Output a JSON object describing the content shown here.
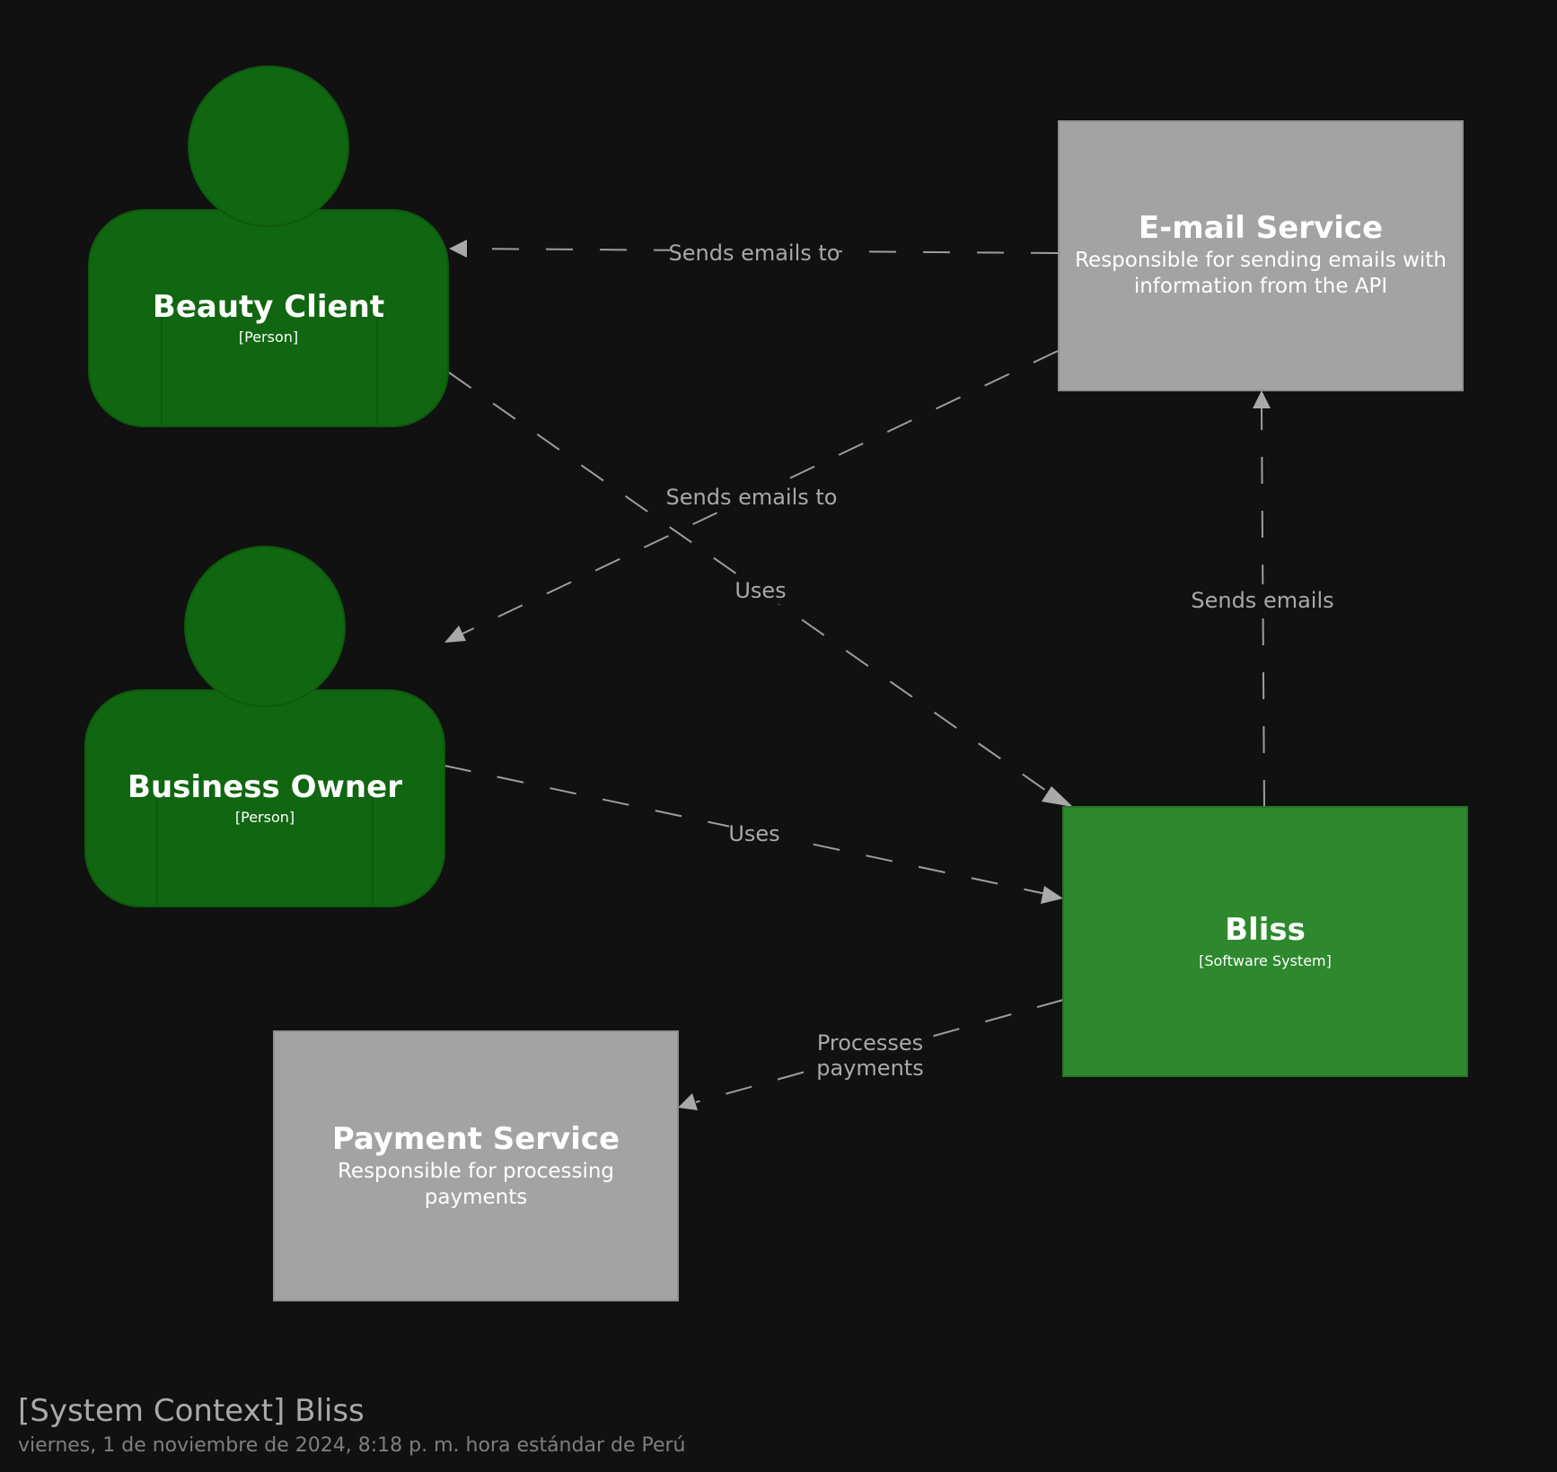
{
  "diagram": {
    "nodes": {
      "beauty_client": {
        "name": "Beauty Client",
        "type": "[Person]"
      },
      "business_owner": {
        "name": "Business Owner",
        "type": "[Person]"
      },
      "email_service": {
        "name": "E-mail Service",
        "desc_line1": "Responsible for sending emails with",
        "desc_line2": "information from the API"
      },
      "bliss": {
        "name": "Bliss",
        "type": "[Software System]"
      },
      "payment_service": {
        "name": "Payment Service",
        "desc_line1": "Responsible for processing",
        "desc_line2": "payments"
      }
    },
    "edges": {
      "email_to_client": "Sends emails to",
      "email_to_owner": "Sends emails to",
      "client_uses_bliss": "Uses",
      "owner_uses_bliss": "Uses",
      "bliss_sends_emails": "Sends emails",
      "bliss_processes_line1": "Processes",
      "bliss_processes_line2": "payments"
    }
  },
  "footer": {
    "title": "[System Context] Bliss",
    "date": "viernes, 1 de noviembre de 2024, 8:18 p. m. hora estándar de Perú"
  },
  "colors": {
    "background": "#111111",
    "person": "#116611",
    "software_system": "#2e882e",
    "external_system": "#a3a3a3",
    "edge": "#9e9e9e"
  }
}
